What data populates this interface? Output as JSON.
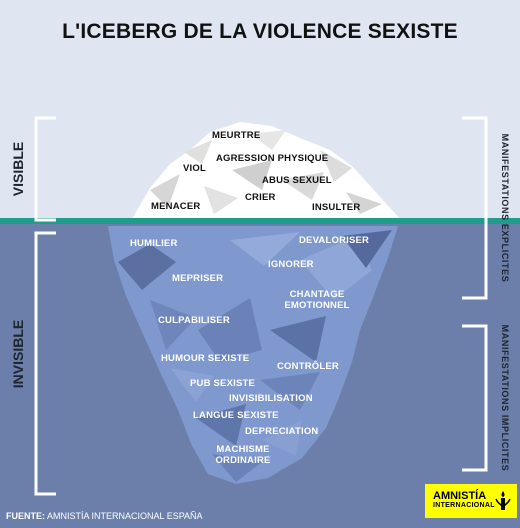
{
  "title": "L'ICEBERG DE LA VIOLENCE SEXISTE",
  "side_labels": {
    "visible": "VISIBLE",
    "invisible": "INVISIBLE"
  },
  "right_labels": {
    "explicit": "MANIFESTATIONS EXPLICITES",
    "implicit": "MANIFESTATIONS IMPLICITES"
  },
  "visible_items": [
    "MEURTRE",
    "AGRESSION PHYSIQUE",
    "VIOL",
    "ABUS SEXUEL",
    "CRIER",
    "MENACER",
    "INSULTER"
  ],
  "invisible_items": [
    "HUMILIER",
    "DEVALORISER",
    "IGNORER",
    "MEPRISER",
    "CHANTAGE",
    "EMOTIONNEL",
    "CULPABILISER",
    "HUMOUR SEXISTE",
    "CONTRÔLER",
    "PUB SEXISTE",
    "INVISIBILISATION",
    "LANGUE SEXISTE",
    "DEPRECIATION",
    "MACHISME",
    "ORDINAIRE"
  ],
  "source": {
    "label": "FUENTE:",
    "text": "AMNISTÍA INTERNACIONAL ESPAÑA"
  },
  "logo": {
    "line1": "AMNISTÍA",
    "line2": "INTERNACIONAL",
    "icon": "candle-icon"
  },
  "colors": {
    "sky": "#dfe6f1",
    "sea": "#6b7faa",
    "waterline": "#1f9c8c",
    "ice": "#ffffff",
    "underwater_ice": "#7f98cd",
    "logo_yellow": "#ffff00"
  }
}
